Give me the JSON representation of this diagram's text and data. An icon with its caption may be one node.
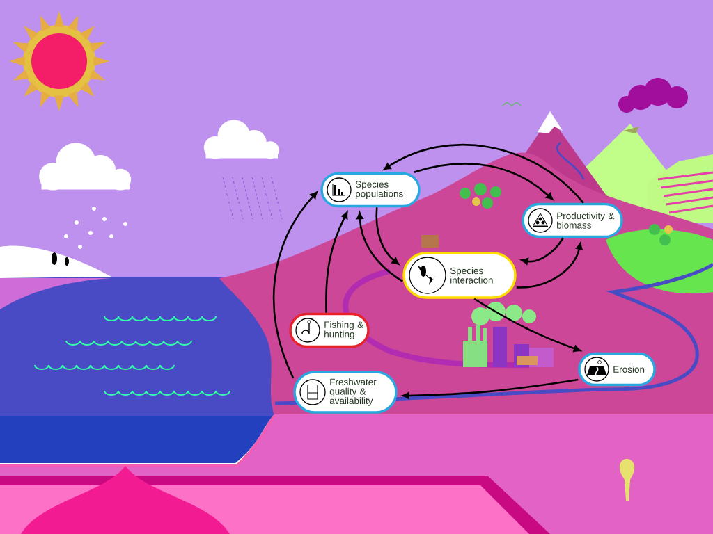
{
  "diagram": {
    "nodes": [
      {
        "text": [
          "Species populations"
        ]
      },
      {
        "text": [
          "Productivity & biomass"
        ]
      },
      {
        "text": [
          "Species interaction"
        ]
      },
      {
        "text": [
          "Fishing & hunting"
        ]
      },
      {
        "text": [
          "Erosion"
        ]
      },
      {
        "text": [
          "Freshwater quality & availability"
        ]
      }
    ],
    "edges": [
      {
        "from": 1,
        "to": 0,
        "arrow": "to"
      },
      {
        "from": 0,
        "to": 1,
        "arrow": "to"
      },
      {
        "from": 0,
        "to": 2,
        "arrow": "to"
      },
      {
        "from": 2,
        "to": 0,
        "arrow": "to"
      },
      {
        "from": 1,
        "to": 2,
        "arrow": "to"
      },
      {
        "from": 2,
        "to": 1,
        "arrow": "to"
      },
      {
        "from": 3,
        "to": 0,
        "arrow": "to"
      },
      {
        "from": 5,
        "to": 0,
        "arrow": "to"
      },
      {
        "from": 2,
        "to": 4,
        "arrow": "to"
      },
      {
        "from": 4,
        "to": 5,
        "arrow": "to"
      }
    ]
  }
}
